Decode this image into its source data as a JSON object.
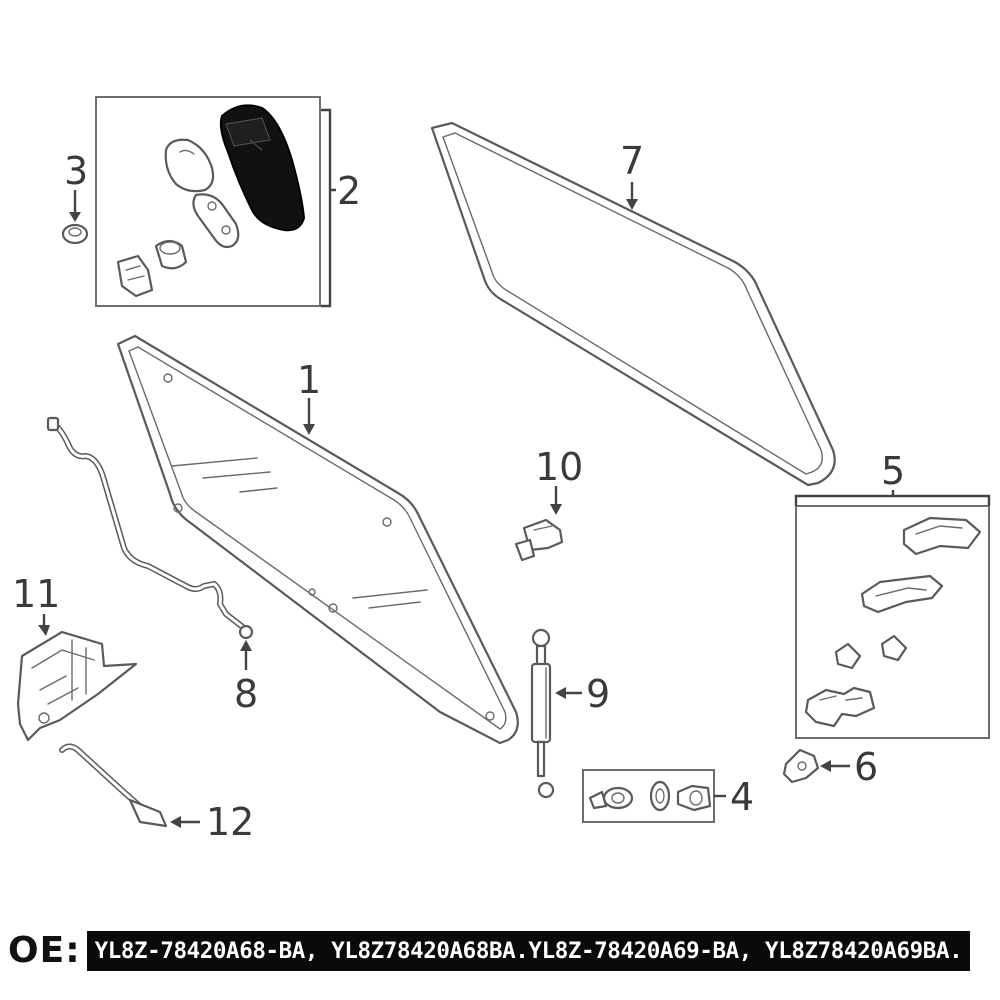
{
  "callouts": {
    "c1": "1",
    "c2": "2",
    "c3": "3",
    "c4": "4",
    "c5": "5",
    "c6": "6",
    "c7": "7",
    "c8": "8",
    "c9": "9",
    "c10": "10",
    "c11": "11",
    "c12": "12"
  },
  "oe": {
    "prefix": "OE:",
    "codes": "YL8Z-78420A68-BA, YL8Z78420A68BA.YL8Z-78420A69-BA, YL8Z78420A69BA."
  }
}
